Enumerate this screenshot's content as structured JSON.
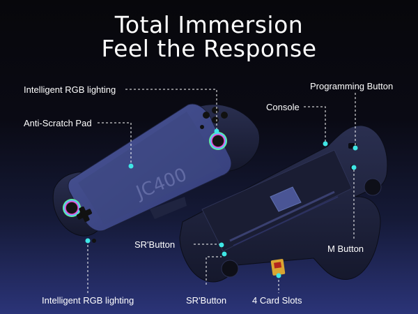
{
  "headline": {
    "line1": "Total Immersion",
    "line2": "Feel the Response"
  },
  "product_logo": "JC400",
  "callouts": {
    "rgb_top": "Intelligent RGB lighting",
    "anti_scratch": "Anti-Scratch Pad",
    "programming": "Programming Button",
    "console": "Console",
    "sr_button_mid": "SR'Button",
    "m_button": "M Button",
    "rgb_bottom": "Intelligent RGB lighting",
    "sr_button_bottom": "SR'Button",
    "card_slots": "4 Card Slots"
  },
  "colors": {
    "accent_dot": "#3fe6e6",
    "controller_body": "#232846",
    "background_bottom": "#2b3478"
  }
}
